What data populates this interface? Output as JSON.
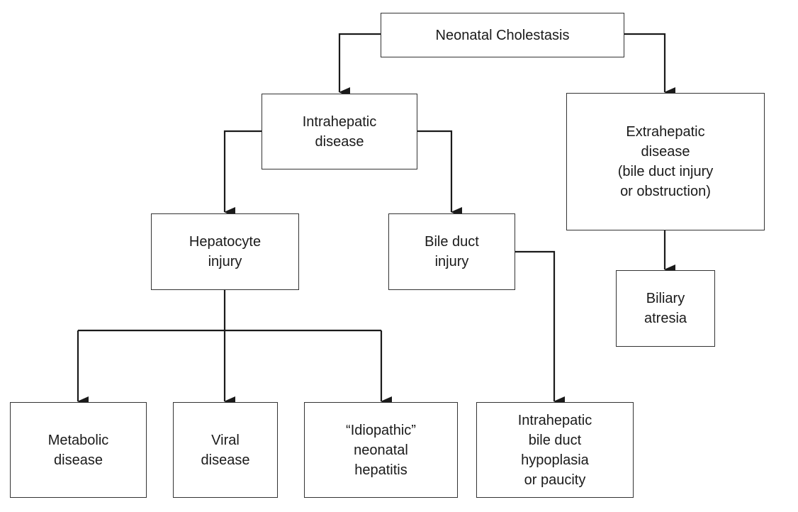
{
  "colors": {
    "line": "#1a1a1a",
    "box_border": "#333333",
    "text": "#1a1a1a",
    "background": "#ffffff"
  },
  "nodes": {
    "root": {
      "label": "Neonatal Cholestasis"
    },
    "intrahepatic": {
      "label": "Intrahepatic\ndisease"
    },
    "extrahepatic": {
      "label": "Extrahepatic\ndisease\n(bile duct injury\nor obstruction)"
    },
    "hepatocyte": {
      "label": "Hepatocyte\ninjury"
    },
    "bile_duct": {
      "label": "Bile duct\ninjury"
    },
    "biliary_atresia": {
      "label": "Biliary\natresia"
    },
    "metabolic": {
      "label": "Metabolic\ndisease"
    },
    "viral": {
      "label": "Viral\ndisease"
    },
    "idiopathic": {
      "label": "“Idiopathic”\nneonatal\nhepatitis"
    },
    "hypoplasia": {
      "label": "Intrahepatic\nbile duct\nhypoplasia\nor paucity"
    }
  }
}
